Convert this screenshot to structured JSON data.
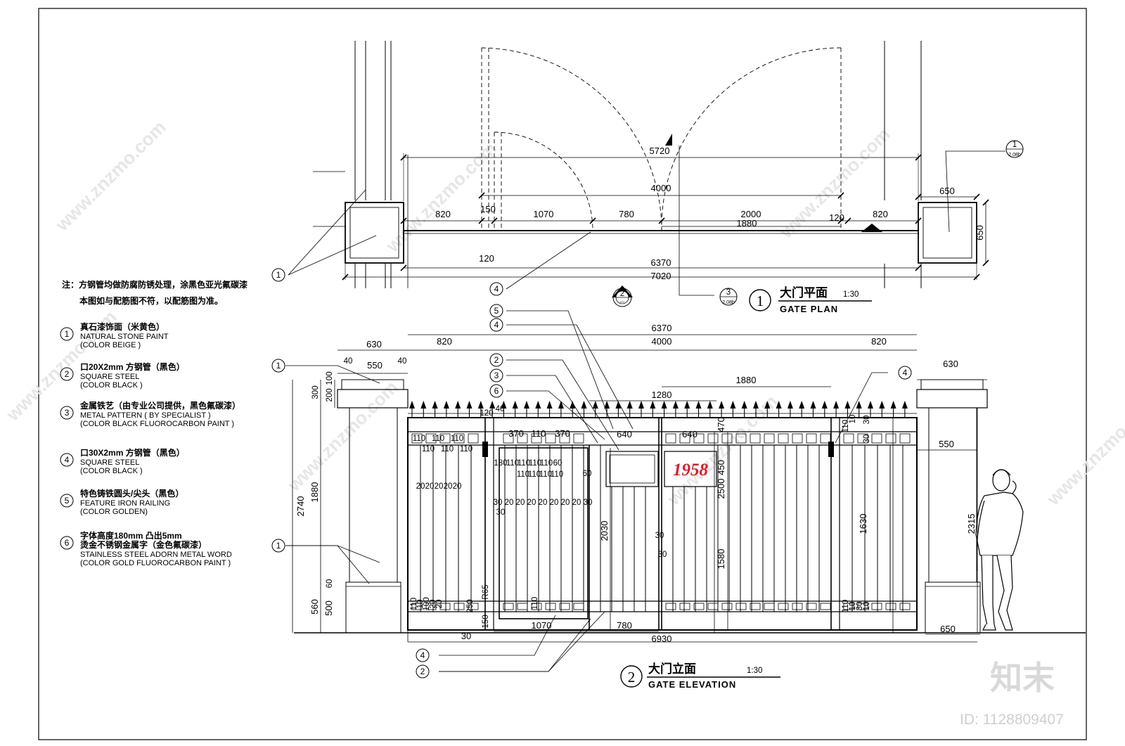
{
  "plan": {
    "title_cn": "大门平面",
    "title_en": "GATE PLAN",
    "scale": "1:30",
    "number": "1",
    "dims": {
      "total_5720": "5720",
      "gate_4000": "4000",
      "d820_left": "820",
      "d150": "150",
      "d1070": "1070",
      "d780": "780",
      "d2000": "2000",
      "d120_right": "120",
      "d820_right": "820",
      "d1880": "1880",
      "d120_left": "120",
      "d6370": "6370",
      "d7020": "7020",
      "d650_top": "650",
      "d650_side": "650"
    },
    "section_ref": {
      "num": "1",
      "sheet": "2.08b"
    },
    "section_ref3": {
      "num": "3",
      "sheet": "2.08b"
    },
    "elev_marker": {
      "num": "2",
      "sheet": "—"
    }
  },
  "notes": {
    "line1": "注：方钢管均做防腐防锈处理，涂黑色亚光氟碳漆",
    "line2": "本图如与配筋图不符，以配筋图为准。"
  },
  "legend": [
    {
      "num": "1",
      "cn": "真石漆饰面（米黄色）",
      "en1": "NATURAL STONE PAINT",
      "en2": "(COLOR BEIGE )"
    },
    {
      "num": "2",
      "cn": "口20X2mm   方钢管（黑色）",
      "en1": "SQUARE STEEL",
      "en2": "(COLOR BLACK )"
    },
    {
      "num": "3",
      "cn": "金属铁艺（由专业公司提供，黑色氟碳漆）",
      "en1": "METAL PATTERN  ( BY SPECIALIST )",
      "en2": "(COLOR BLACK FLUOROCARBON PAINT )"
    },
    {
      "num": "4",
      "cn": "口30X2mm   方钢管（黑色）",
      "en1": "SQUARE STEEL",
      "en2": "(COLOR BLACK )"
    },
    {
      "num": "5",
      "cn": "特色铸铁圆头/尖头（黑色）",
      "en1": "FEATURE IRON RAILING",
      "en2": "(COLOR GOLDEN)"
    },
    {
      "num": "6",
      "cn": "字体高度180mm  凸出5mm",
      "cn2": "烫金不锈钢金属字（金色氟碳漆）",
      "en1": "STAINLESS STEEL ADORN METAL WORD",
      "en2": "(COLOR GOLD FLUOROCARBON PAINT )"
    }
  ],
  "elevation": {
    "title_cn": "大门立面",
    "title_en": "GATE ELEVATION",
    "scale": "1:30",
    "number": "2",
    "sign_text": "1958",
    "dims": {
      "d6370": "6370",
      "d630_left": "630",
      "d820_left": "820",
      "d4000": "4000",
      "d820_right": "820",
      "d630_right": "630",
      "d40a": "40",
      "d550": "550",
      "d40b": "40",
      "d1880": "1880",
      "d1280": "1280",
      "d300": "300",
      "d200": "200",
      "d100": "100",
      "d2740": "2740",
      "d1880v": "1880",
      "d560": "560",
      "d500": "500",
      "d60": "60",
      "d640a": "640",
      "d640b": "640",
      "d470": "470",
      "d450": "450",
      "d2500": "2500",
      "d1580": "1580",
      "d1630": "1630",
      "d2315": "2315",
      "d550r": "550",
      "d650r": "650",
      "d2030": "2030",
      "d370a": "370",
      "d110c": "110",
      "d370b": "370",
      "d120": "120",
      "d40c": "40",
      "d1070": "1070",
      "d780": "780",
      "d6930": "6930",
      "d30": "30",
      "d250": "250",
      "d180": "180",
      "d60b": "60",
      "d30v": "30",
      "d30v2": "30",
      "r65": "R65",
      "d150": "150",
      "d110r": "110",
      "d10r": "10",
      "d30r": "30",
      "d30r2": "30"
    },
    "rowA": [
      "110",
      "110",
      "110"
    ],
    "rowB": [
      "110",
      "110",
      "110"
    ],
    "rowC": [
      "110",
      "110",
      "110",
      "110",
      "60"
    ],
    "rowD": [
      "110",
      "110",
      "110",
      "110"
    ],
    "rowE": [
      "20",
      "20",
      "20",
      "20",
      "20"
    ],
    "rowF": [
      "30",
      "20",
      "20",
      "20",
      "20",
      "20",
      "20",
      "20",
      "30"
    ],
    "rowG": [
      "30"
    ],
    "bottomL": [
      "110",
      "10",
      "100",
      "20",
      "20"
    ],
    "bottomR": [
      "110",
      "10",
      "30",
      "10"
    ],
    "d110mid": "110"
  },
  "watermark": {
    "text": "www.znzmo.com",
    "brand": "知末",
    "id": "ID: 1128809407"
  }
}
